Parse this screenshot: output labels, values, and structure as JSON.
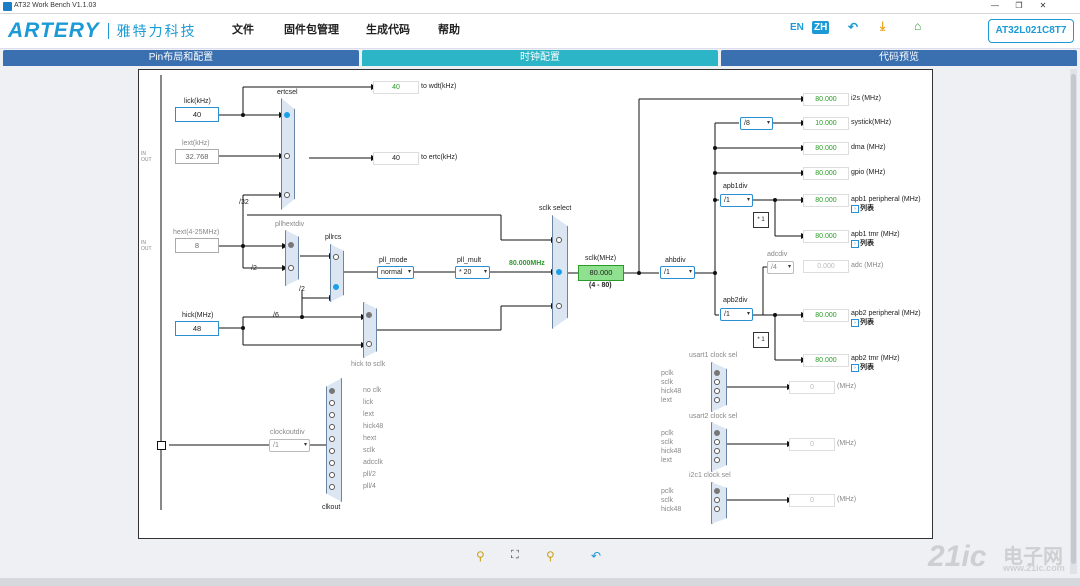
{
  "window": {
    "title": "AT32 Work Bench V1.1.03"
  },
  "header": {
    "brand": "ARTERY",
    "brand_cn": "雅特力科技",
    "menu": [
      "文件",
      "固件包管理",
      "生成代码",
      "帮助"
    ],
    "lang_en": "EN",
    "lang_zh": "ZH",
    "chip": "AT32L021C8T7"
  },
  "tabs": [
    "Pin布局和配置",
    "时钟配置",
    "代码预览"
  ],
  "clock": {
    "lick_label": "lick(kHz)",
    "lick_value": "40",
    "lext_label": "lext(kHz)",
    "lext_value": "32.768",
    "hext_label": "hext(4-25MHz)",
    "hext_value": "8",
    "hick_label": "hick(MHz)",
    "hick_value": "48",
    "in": "IN",
    "out": "OUT",
    "ertcsel": "ertcsel",
    "wdt_value": "40",
    "wdt_label": "to wdt(kHz)",
    "ertc_value": "40",
    "ertc_label": "to ertc(kHz)",
    "div32": "/32",
    "div2a": "/2",
    "div2b": "/2",
    "div6": "/6",
    "pllhextdiv": "pllhextdiv",
    "pllrcs": "pllrcs",
    "pll_mode_label": "pll_mode",
    "pll_mode_value": "normal",
    "pll_mult_label": "pll_mult",
    "pll_mult_value": "* 20",
    "pll_out": "80.000MHz",
    "hick_to_sclk": "hick to sclk",
    "sclk_select": "sclk select",
    "sclk_label": "sclk(MHz)",
    "sclk_value": "80.000",
    "sclk_range": "(4 - 80)",
    "ahbdiv_label": "ahbdiv",
    "ahbdiv_value": "/1",
    "systick_div": "/8",
    "i2s_value": "80.000",
    "i2s_label": "i2s (MHz)",
    "systick_value": "10.000",
    "systick_label": "systick(MHz)",
    "dma_value": "80.000",
    "dma_label": "dma (MHz)",
    "gpio_value": "80.000",
    "gpio_label": "gpio (MHz)",
    "apb1div_label": "apb1div",
    "apb1div_value": "/1",
    "apb1p_value": "80.000",
    "apb1p_label": "apb1 peripheral (MHz)",
    "list": "列表",
    "mul1": "* 1",
    "apb1t_value": "80.000",
    "apb1t_label": "apb1 tmr (MHz)",
    "adcdiv_label": "adcdiv",
    "adcdiv_value": "/4",
    "adc_value": "0.000",
    "adc_label": "adc (MHz)",
    "apb2div_label": "apb2div",
    "apb2div_value": "/1",
    "apb2p_value": "80.000",
    "apb2p_label": "apb2 peripheral (MHz)",
    "apb2t_value": "80.000",
    "apb2t_label": "apb2 tmr (MHz)",
    "usart1_title": "usart1 clock sel",
    "usart2_title": "usart2 clock sel",
    "i2c1_title": "i2c1 clock sel",
    "usart_srcs": [
      "pclk",
      "sclk",
      "hick48",
      "lext"
    ],
    "i2c_srcs": [
      "pclk",
      "sclk",
      "hick48"
    ],
    "zero": "0",
    "mhz": "(MHz)",
    "clkout_srcs": [
      "no clk",
      "lick",
      "lext",
      "hick48",
      "hext",
      "sclk",
      "adcclk",
      "pll/2",
      "pll/4"
    ],
    "clkout_label": "clkout",
    "clockoutdiv_label": "clockoutdiv",
    "clockoutdiv_value": "/1"
  },
  "watermark": {
    "main": "21ic",
    "cn": "电子网",
    "sub": "www.21ic.com"
  },
  "colors": {
    "accent": "#1b9ad6",
    "tab_blue": "#3a6fb0",
    "tab_teal": "#2bb5c6",
    "green": "#2a9a2a"
  }
}
